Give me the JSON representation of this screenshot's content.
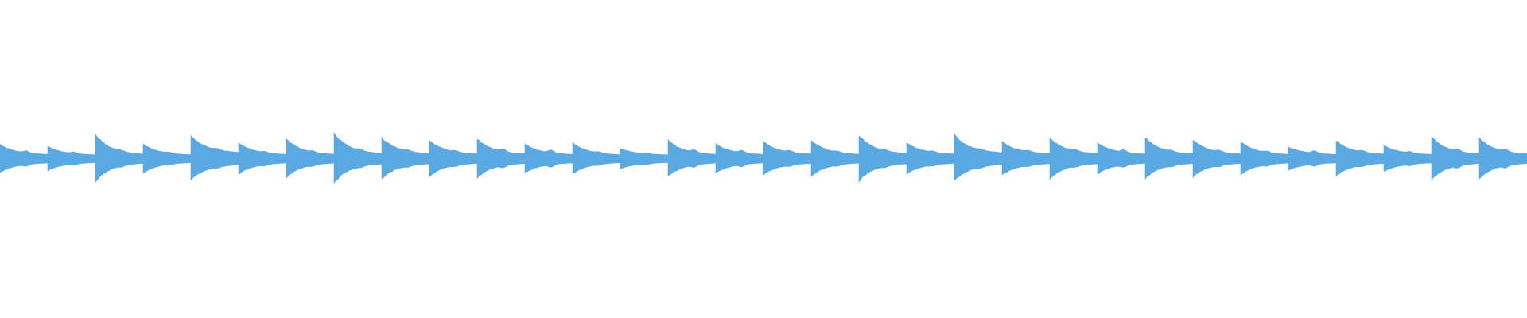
{
  "waveform": {
    "color": "#5aa9e3",
    "background": "#ffffff",
    "beats": [
      {
        "peak": 0.56,
        "sustain": 0.22,
        "bump": 0.08
      },
      {
        "peak": 0.48,
        "sustain": 0.2,
        "bump": 0.06
      },
      {
        "peak": 0.95,
        "sustain": 0.22,
        "bump": 0.05
      },
      {
        "peak": 0.58,
        "sustain": 0.2,
        "bump": 0.04
      },
      {
        "peak": 0.88,
        "sustain": 0.32,
        "bump": 0.05
      },
      {
        "peak": 0.62,
        "sustain": 0.22,
        "bump": 0.05
      },
      {
        "peak": 0.78,
        "sustain": 0.22,
        "bump": 0.05
      },
      {
        "peak": 1.0,
        "sustain": 0.26,
        "bump": 0.05
      },
      {
        "peak": 0.82,
        "sustain": 0.26,
        "bump": 0.05
      },
      {
        "peak": 0.72,
        "sustain": 0.24,
        "bump": 0.05
      },
      {
        "peak": 0.78,
        "sustain": 0.24,
        "bump": 0.1
      },
      {
        "peak": 0.58,
        "sustain": 0.22,
        "bump": 0.12
      },
      {
        "peak": 0.62,
        "sustain": 0.2,
        "bump": 0.05
      },
      {
        "peak": 0.4,
        "sustain": 0.2,
        "bump": 0.04
      },
      {
        "peak": 0.72,
        "sustain": 0.22,
        "bump": 0.1
      },
      {
        "peak": 0.58,
        "sustain": 0.22,
        "bump": 0.1
      },
      {
        "peak": 0.66,
        "sustain": 0.24,
        "bump": 0.06
      },
      {
        "peak": 0.72,
        "sustain": 0.22,
        "bump": 0.05
      },
      {
        "peak": 0.92,
        "sustain": 0.26,
        "bump": 0.05
      },
      {
        "peak": 0.62,
        "sustain": 0.24,
        "bump": 0.05
      },
      {
        "peak": 0.92,
        "sustain": 0.3,
        "bump": 0.05
      },
      {
        "peak": 0.66,
        "sustain": 0.26,
        "bump": 0.05
      },
      {
        "peak": 0.82,
        "sustain": 0.26,
        "bump": 0.05
      },
      {
        "peak": 0.62,
        "sustain": 0.24,
        "bump": 0.1
      },
      {
        "peak": 0.82,
        "sustain": 0.24,
        "bump": 0.05
      },
      {
        "peak": 0.74,
        "sustain": 0.24,
        "bump": 0.06
      },
      {
        "peak": 0.66,
        "sustain": 0.22,
        "bump": 0.06
      },
      {
        "peak": 0.46,
        "sustain": 0.22,
        "bump": 0.1
      },
      {
        "peak": 0.7,
        "sustain": 0.24,
        "bump": 0.06
      },
      {
        "peak": 0.52,
        "sustain": 0.22,
        "bump": 0.06
      },
      {
        "peak": 0.86,
        "sustain": 0.24,
        "bump": 0.1
      },
      {
        "peak": 0.82,
        "sustain": 0.24,
        "bump": 0.1
      }
    ]
  }
}
